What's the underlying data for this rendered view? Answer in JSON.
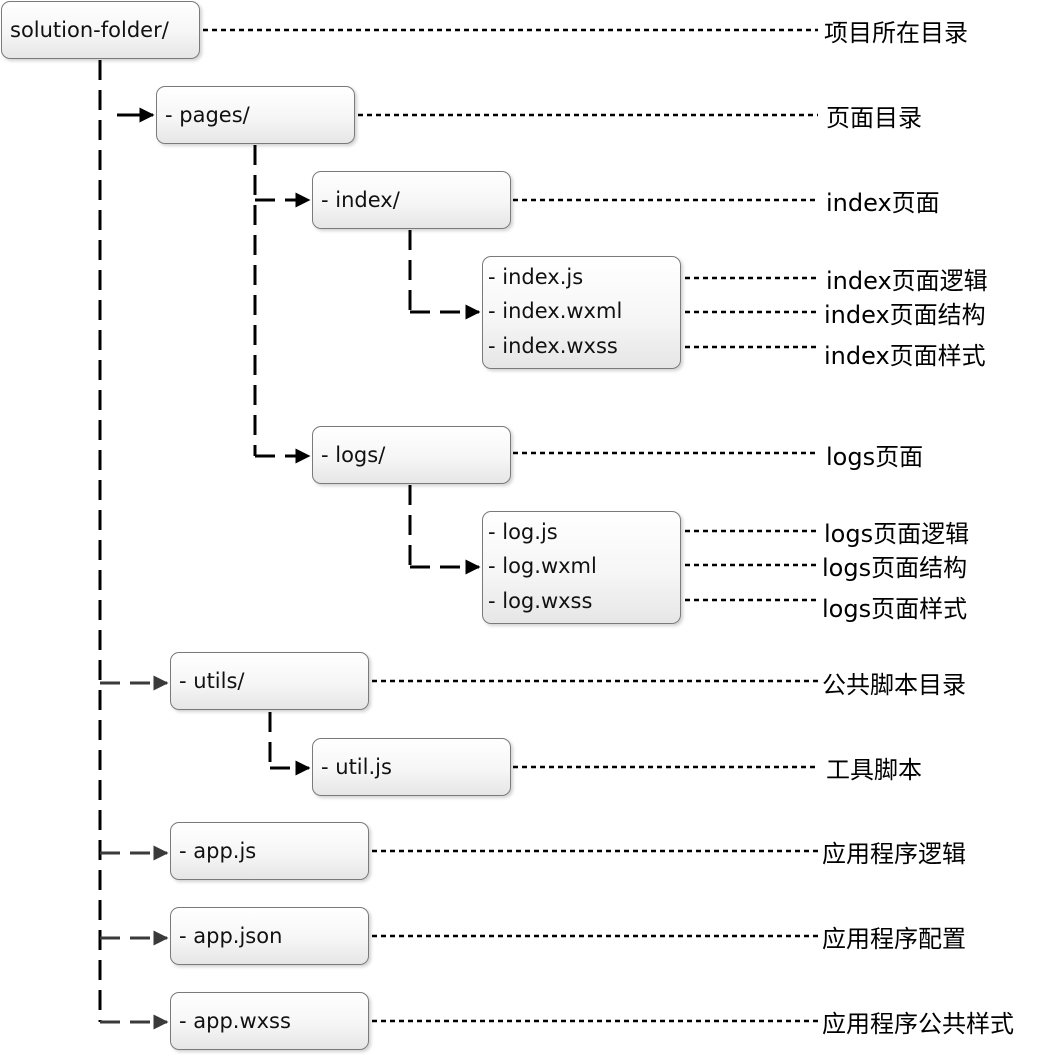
{
  "nodes": {
    "root": "solution-folder/",
    "pages": "- pages/",
    "index": "- index/",
    "index_files": [
      "- index.js",
      "- index.wxml",
      "- index.wxss"
    ],
    "logs": "- logs/",
    "logs_files": [
      "- log.js",
      "- log.wxml",
      "- log.wxss"
    ],
    "utils": "- utils/",
    "util_js": "- util.js",
    "app_js": "- app.js",
    "app_json": "- app.json",
    "app_wxss": "- app.wxss"
  },
  "descriptions": {
    "root": "项目所在目录",
    "pages": "页面目录",
    "index": "index页面",
    "index_files": [
      "index页面逻辑",
      "index页面结构",
      "index页面样式"
    ],
    "logs": "logs页面",
    "logs_files": [
      "logs页面逻辑",
      "logs页面结构",
      "logs页面样式"
    ],
    "utils": "公共脚本目录",
    "util_js": "工具脚本",
    "app_js": "应用程序逻辑",
    "app_json": "应用程序配置",
    "app_wxss": "应用程序公共样式"
  },
  "colors": {
    "tree_line": "#000000",
    "arrow_gray": "#3a3a3a"
  }
}
